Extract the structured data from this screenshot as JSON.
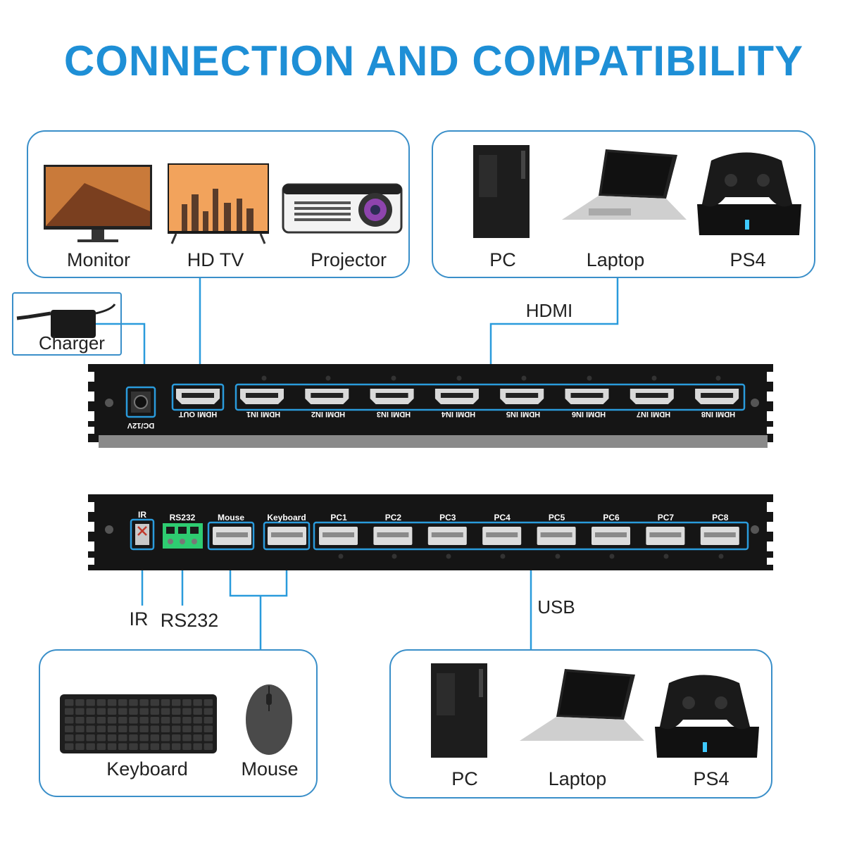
{
  "title": "CONNECTION AND COMPATIBILITY",
  "colors": {
    "title": "#1e8fd6",
    "accent": "#2a9bdc",
    "panel": "#141414"
  },
  "display_devices": [
    "Monitor",
    "HD TV",
    "Projector"
  ],
  "source_devices_top": [
    "PC",
    "Laptop",
    "PS4"
  ],
  "charger": "Charger",
  "hdmi_link": "HDMI",
  "usb_link": "USB",
  "front_panel": {
    "power": "DC/12V",
    "hdmi_out": "HDMI OUT",
    "hdmi_in": [
      "HDMI IN1",
      "HDMI IN2",
      "HDMI IN3",
      "HDMI IN4",
      "HDMI IN5",
      "HDMI IN6",
      "HDMI IN7",
      "HDMI IN8"
    ]
  },
  "rear_panel": {
    "ir": "IR",
    "rs232": "RS232",
    "mouse": "Mouse",
    "keyboard": "Keyboard",
    "pc_ports": [
      "PC1",
      "PC2",
      "PC3",
      "PC4",
      "PC5",
      "PC6",
      "PC7",
      "PC8"
    ]
  },
  "ir_label": "IR",
  "rs232_label": "RS232",
  "peripherals": [
    "Keyboard",
    "Mouse"
  ],
  "source_devices_bottom": [
    "PC",
    "Laptop",
    "PS4"
  ]
}
